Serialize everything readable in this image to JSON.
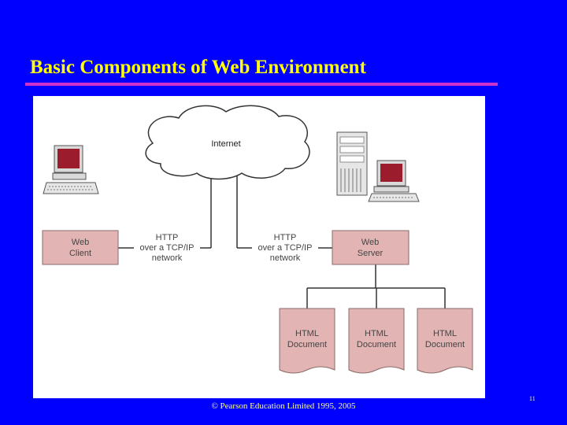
{
  "slide": {
    "title": "Basic Components of Web Environment",
    "footer": "© Pearson Education Limited 1995, 2005",
    "page_number": "11"
  },
  "diagram": {
    "cloud_label": "Internet",
    "web_client": [
      "Web",
      "Client"
    ],
    "web_server": [
      "Web",
      "Server"
    ],
    "link_left": [
      "HTTP",
      "over a TCP/IP",
      "network"
    ],
    "link_right": [
      "HTTP",
      "over a TCP/IP",
      "network"
    ],
    "documents": [
      [
        "HTML",
        "Document"
      ],
      [
        "HTML",
        "Document"
      ],
      [
        "HTML",
        "Document"
      ]
    ]
  },
  "colors": {
    "background": "#0000ff",
    "title": "#ffff00",
    "rule": "#cc33cc",
    "box_fill": "#e2b4b4",
    "box_stroke": "#8a6a6a",
    "screen": "#9b1c2c"
  }
}
